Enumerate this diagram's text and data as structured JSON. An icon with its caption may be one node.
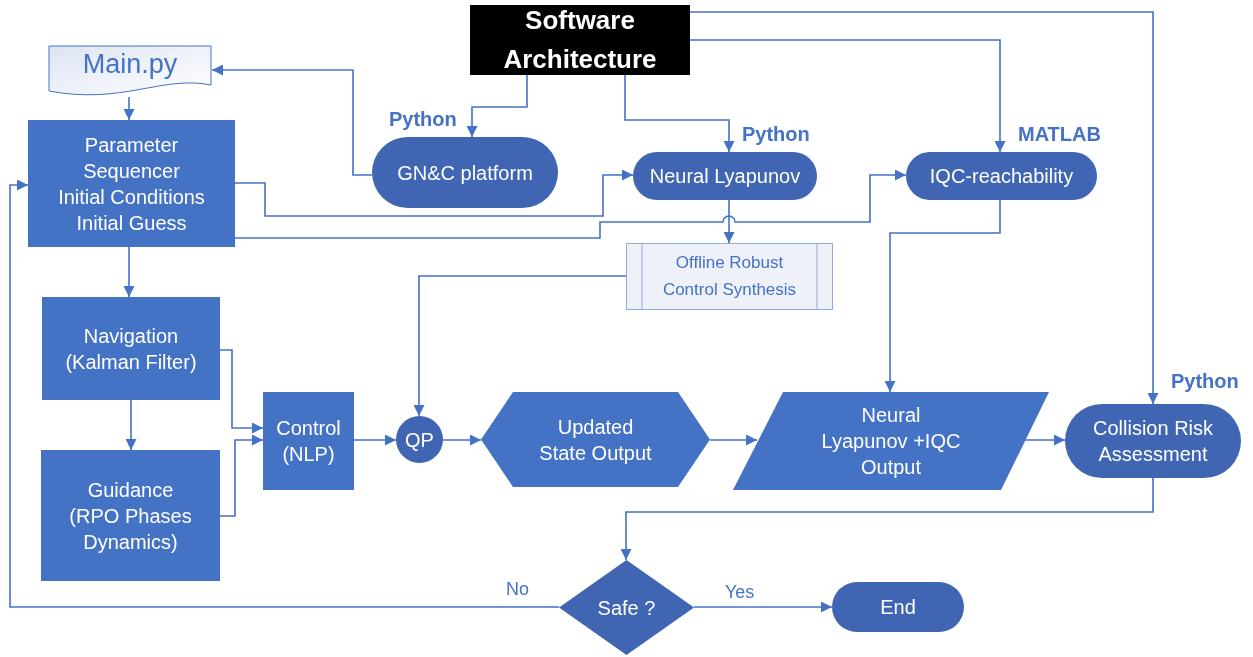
{
  "diagram": {
    "nodes": [
      {
        "text": [
          "Software Architecture"
        ]
      },
      {
        "text": [
          "Main.py"
        ]
      },
      {
        "text": [
          "Parameter",
          "Sequencer",
          "Initial Conditions",
          "Initial Guess"
        ]
      },
      {
        "text": [
          "GN&C platform"
        ]
      },
      {
        "text": [
          "Neural Lyapunov"
        ]
      },
      {
        "text": [
          "IQC-reachability"
        ]
      },
      {
        "text": [
          "Offline Robust Control Synthesis"
        ]
      },
      {
        "text": [
          "Navigation (Kalman Filter)"
        ]
      },
      {
        "text": [
          "Guidance (RPO Phases Dynamics)"
        ]
      },
      {
        "text": [
          "Control (NLP)"
        ]
      },
      {
        "text": [
          "QP"
        ]
      },
      {
        "text": [
          "Updated State Output"
        ]
      },
      {
        "text": [
          "Neural Lyapunov +IQC Output"
        ]
      },
      {
        "text": [
          "Collision Risk Assessment"
        ]
      },
      {
        "text": [
          "Safe ?"
        ]
      },
      {
        "text": [
          "End"
        ]
      }
    ],
    "edges": [
      {
        "from": 0,
        "to": 3,
        "arrow": "to",
        "label": "Python"
      },
      {
        "from": 0,
        "to": 4,
        "arrow": "to",
        "label": "Python"
      },
      {
        "from": 0,
        "to": 5,
        "arrow": "to",
        "label": "MATLAB"
      },
      {
        "from": 0,
        "to": 13,
        "arrow": "to",
        "label": "Python"
      },
      {
        "from": 3,
        "to": 1,
        "arrow": "to"
      },
      {
        "from": 1,
        "to": 2,
        "arrow": "to"
      },
      {
        "from": 2,
        "to": 4,
        "arrow": "to"
      },
      {
        "from": 2,
        "to": 5,
        "arrow": "to"
      },
      {
        "from": 4,
        "to": 6,
        "arrow": "to"
      },
      {
        "from": 6,
        "to": 10,
        "arrow": "to"
      },
      {
        "from": 5,
        "to": 12,
        "arrow": "to"
      },
      {
        "from": 2,
        "to": 7,
        "arrow": "to"
      },
      {
        "from": 7,
        "to": 8,
        "arrow": "to"
      },
      {
        "from": 7,
        "to": 9,
        "arrow": "to"
      },
      {
        "from": 8,
        "to": 9,
        "arrow": "to"
      },
      {
        "from": 9,
        "to": 10,
        "arrow": "to"
      },
      {
        "from": 10,
        "to": 11,
        "arrow": "to"
      },
      {
        "from": 11,
        "to": 12,
        "arrow": "to"
      },
      {
        "from": 12,
        "to": 13,
        "arrow": "to"
      },
      {
        "from": 13,
        "to": 14,
        "arrow": "to"
      },
      {
        "from": 14,
        "to": 15,
        "arrow": "to",
        "label": "Yes"
      },
      {
        "from": 14,
        "to": 2,
        "arrow": "to",
        "label": "No"
      }
    ]
  }
}
